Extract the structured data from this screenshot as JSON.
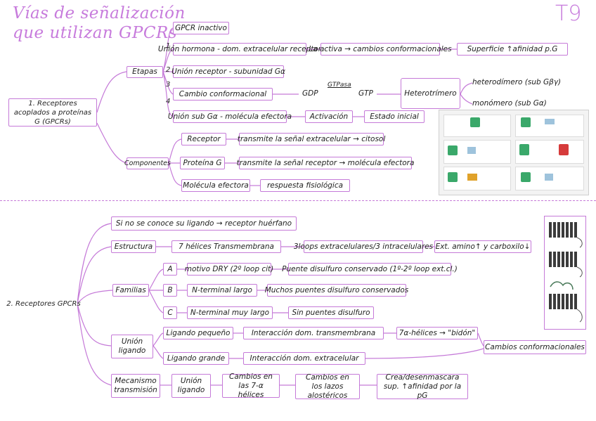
{
  "header": {
    "title_line1": "Vías de señalización",
    "title_line2": "que utilizan GPCRs",
    "topic_tag": "T9"
  },
  "section1": {
    "root": "1. Receptores acoplados a proteínas G (GPCRs)",
    "etapas": {
      "label": "Etapas",
      "nums": [
        "1",
        "2",
        "3",
        "4"
      ],
      "steps": [
        "GPCR inactivo",
        "Unión hormona - dom. extracelular receptor",
        "Unión receptor - subunidad Gα",
        "Cambio conformacional",
        "Unión sub Gα - molécula efectora"
      ],
      "unión_chain": [
        "La activa → cambios conformacionales",
        "Superficie ↑afinidad p.G"
      ],
      "gtp_chain": {
        "gdp": "GDP",
        "enzyme": "GTPasa",
        "gtp": "GTP",
        "heterotrimer": "Heterotrímero",
        "dimer": "heterodímero (sub Gβγ)",
        "monomer": "monómero (sub Gα)"
      },
      "efectora_chain": [
        "Activación",
        "Estado inicial"
      ]
    },
    "componentes": {
      "label": "Componentes",
      "items": [
        {
          "name": "Receptor",
          "desc": "transmite la señal extracelular → citosol"
        },
        {
          "name": "Proteína G",
          "desc": "transmite la señal receptor → molécula efectora"
        },
        {
          "name": "Molécula efectora",
          "desc": "respuesta fisiológica"
        }
      ]
    }
  },
  "section2": {
    "root": "2. Receptores GPCRs",
    "huerfano": "Si no se conoce su ligando → receptor huérfano",
    "estructura": {
      "label": "Estructura",
      "n1": "7 hélices Transmembrana",
      "n2": "3loops extracelulares/3 intracelulares",
      "n3": "Ext. amino↑ y carboxilo↓"
    },
    "familias": {
      "label": "Familias",
      "rows": [
        {
          "letter": "A",
          "a": "motivo DRY (2º loop cit)",
          "b": "Puente disulfuro conservado (1º-2º loop ext.cl.)"
        },
        {
          "letter": "B",
          "a": "N-terminal largo",
          "b": "Muchos puentes disulfuro conservados"
        },
        {
          "letter": "C",
          "a": "N-terminal muy largo",
          "b": "Sin puentes disulfuro"
        }
      ]
    },
    "union": {
      "label": "Unión ligando",
      "small": "Ligando pequeño",
      "small_interaction": "Interacción dom. transmembrana",
      "small_result": "7α-hélices → \"bidón\"",
      "large": "Ligando grande",
      "large_interaction": "Interacción dom. extracelular",
      "result": "Cambios conformacionales"
    },
    "mecanismo": {
      "label": "Mecanismo transmisión",
      "steps": [
        "Unión ligando",
        "Cambios en las 7-α hélices",
        "Cambios en los lazos alostéricos",
        "Crea/desenmascara sup. ↑afinidad por la pG"
      ]
    }
  },
  "colors": {
    "accent": "#c57ad8",
    "title": "#c77bdc",
    "line": "#c57ad8"
  }
}
